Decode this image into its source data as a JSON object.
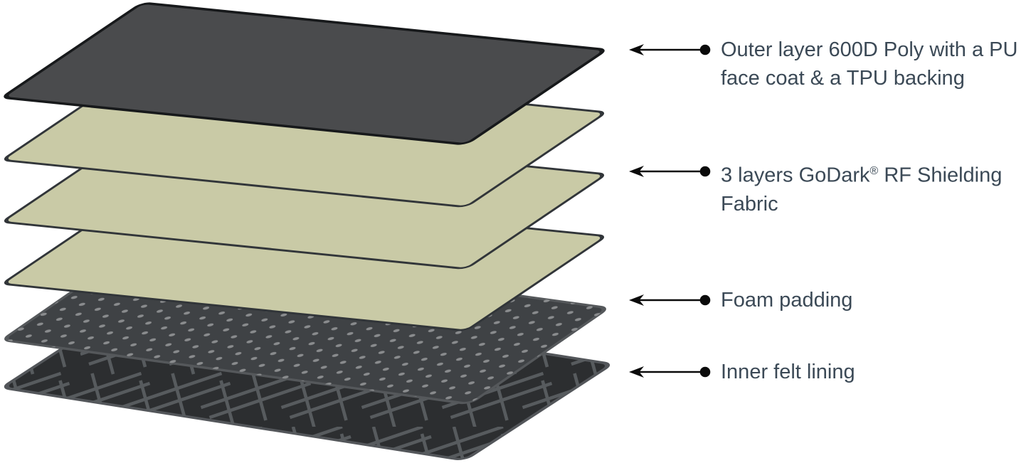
{
  "colors": {
    "background": "#FFFFFF",
    "arrow": "#0A0A0A",
    "label_text": "#3B4956"
  },
  "layers": [
    {
      "id": "outer-poly",
      "fill": "#4A4B4D",
      "stroke": "#17191B"
    },
    {
      "id": "rf-shield-1",
      "fill": "#C9CAA6",
      "stroke": "#313539"
    },
    {
      "id": "rf-shield-2",
      "fill": "#C9CAA6",
      "stroke": "#313539"
    },
    {
      "id": "rf-shield-3",
      "fill": "#C9CAA6",
      "stroke": "#313539"
    },
    {
      "id": "foam",
      "fill": "#3F4245",
      "stroke": "#55585B",
      "dot": "#8A8C8E"
    },
    {
      "id": "felt",
      "fill": "#2C2E30",
      "stroke": "#53565A",
      "hash": "#575B5E"
    }
  ],
  "labels": [
    {
      "text": "Outer layer 600D Poly with a PU face coat & a TPU backing"
    },
    {
      "pre": "3 layers GoDark",
      "sup": "®",
      "post": " RF Shielding Fabric"
    },
    {
      "text": "Foam padding"
    },
    {
      "text": "Inner felt lining"
    }
  ]
}
